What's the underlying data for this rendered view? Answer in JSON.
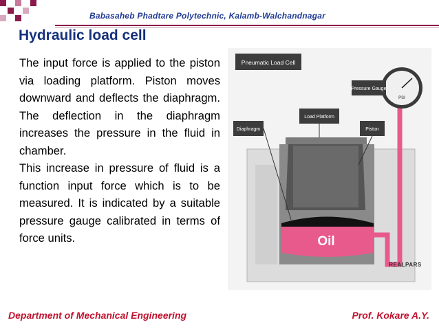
{
  "header": {
    "institute": "Babasaheb Phadtare Polytechnic, Kalamb-Walchandnagar"
  },
  "slide": {
    "title": "Hydraulic load cell",
    "paragraphs": [
      "The input force is applied to the piston via loading platform. Piston moves downward and deflects the diaphragm. The deflection in the diaphragm increases the pressure in the fluid in chamber.",
      "This increase in pressure of fluid is a function input force which is to be measured. It is indicated by a suitable pressure gauge calibrated in terms of force units."
    ]
  },
  "figure": {
    "title_box": "Pneumatic Load Cell",
    "labels": {
      "pressure_gauge": "Pressure Gauge",
      "load_platform": "Load Platform",
      "diaphragm": "Diaphragm",
      "piston": "Piston",
      "fluid": "Oil",
      "gauge_unit": "PSI",
      "watermark": "REALPARS"
    }
  },
  "footer": {
    "department": "Department of Mechanical Engineering",
    "author": "Prof. Kokare A.Y."
  },
  "colors": {
    "header_text": "#1f3a93",
    "title_text": "#15307a",
    "footer_text": "#c0122e",
    "accent_rule": "#8b1a4a",
    "fluid": "#e85a8c"
  }
}
